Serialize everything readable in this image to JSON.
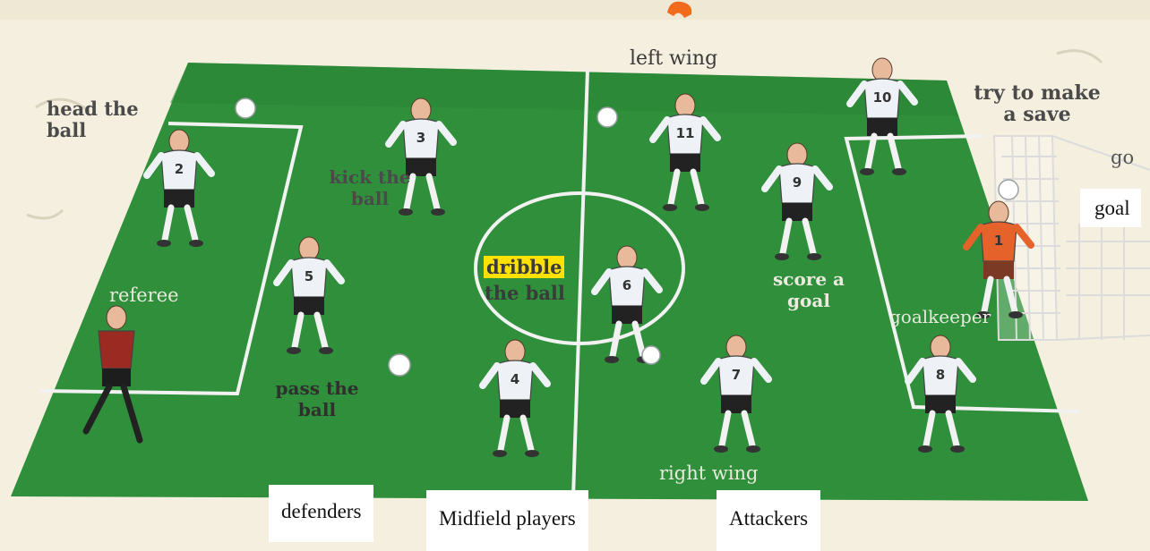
{
  "colors": {
    "pitch": "#2f8f3a",
    "pitch_dark": "#1f6e2a",
    "lines": "#f2f2f2",
    "background": "#f4efdf",
    "title_accent": "#f26a1c",
    "highlight": "#ffe100"
  },
  "pitch_labels": {
    "head_the_ball": [
      "head the",
      "ball"
    ],
    "kick_the_ball": [
      "kick the",
      "ball"
    ],
    "left_wing": "left wing",
    "try_to_make_a_save": [
      "try to make",
      "a save"
    ],
    "go_partial": "go",
    "referee": "referee",
    "dribble": "dribble",
    "the_ball": "the ball",
    "score_a_goal": [
      "score a",
      "goal"
    ],
    "goalkeeper": "goalkeeper",
    "pass_the_ball": [
      "pass the",
      "ball"
    ],
    "right_wing": "right wing"
  },
  "captions": {
    "goal": "goal",
    "defenders": "defenders",
    "midfield": "Midfield players",
    "attackers": "Attackers"
  },
  "players": [
    "2",
    "3",
    "5",
    "4",
    "6",
    "11",
    "10",
    "9",
    "7",
    "8",
    "1"
  ]
}
